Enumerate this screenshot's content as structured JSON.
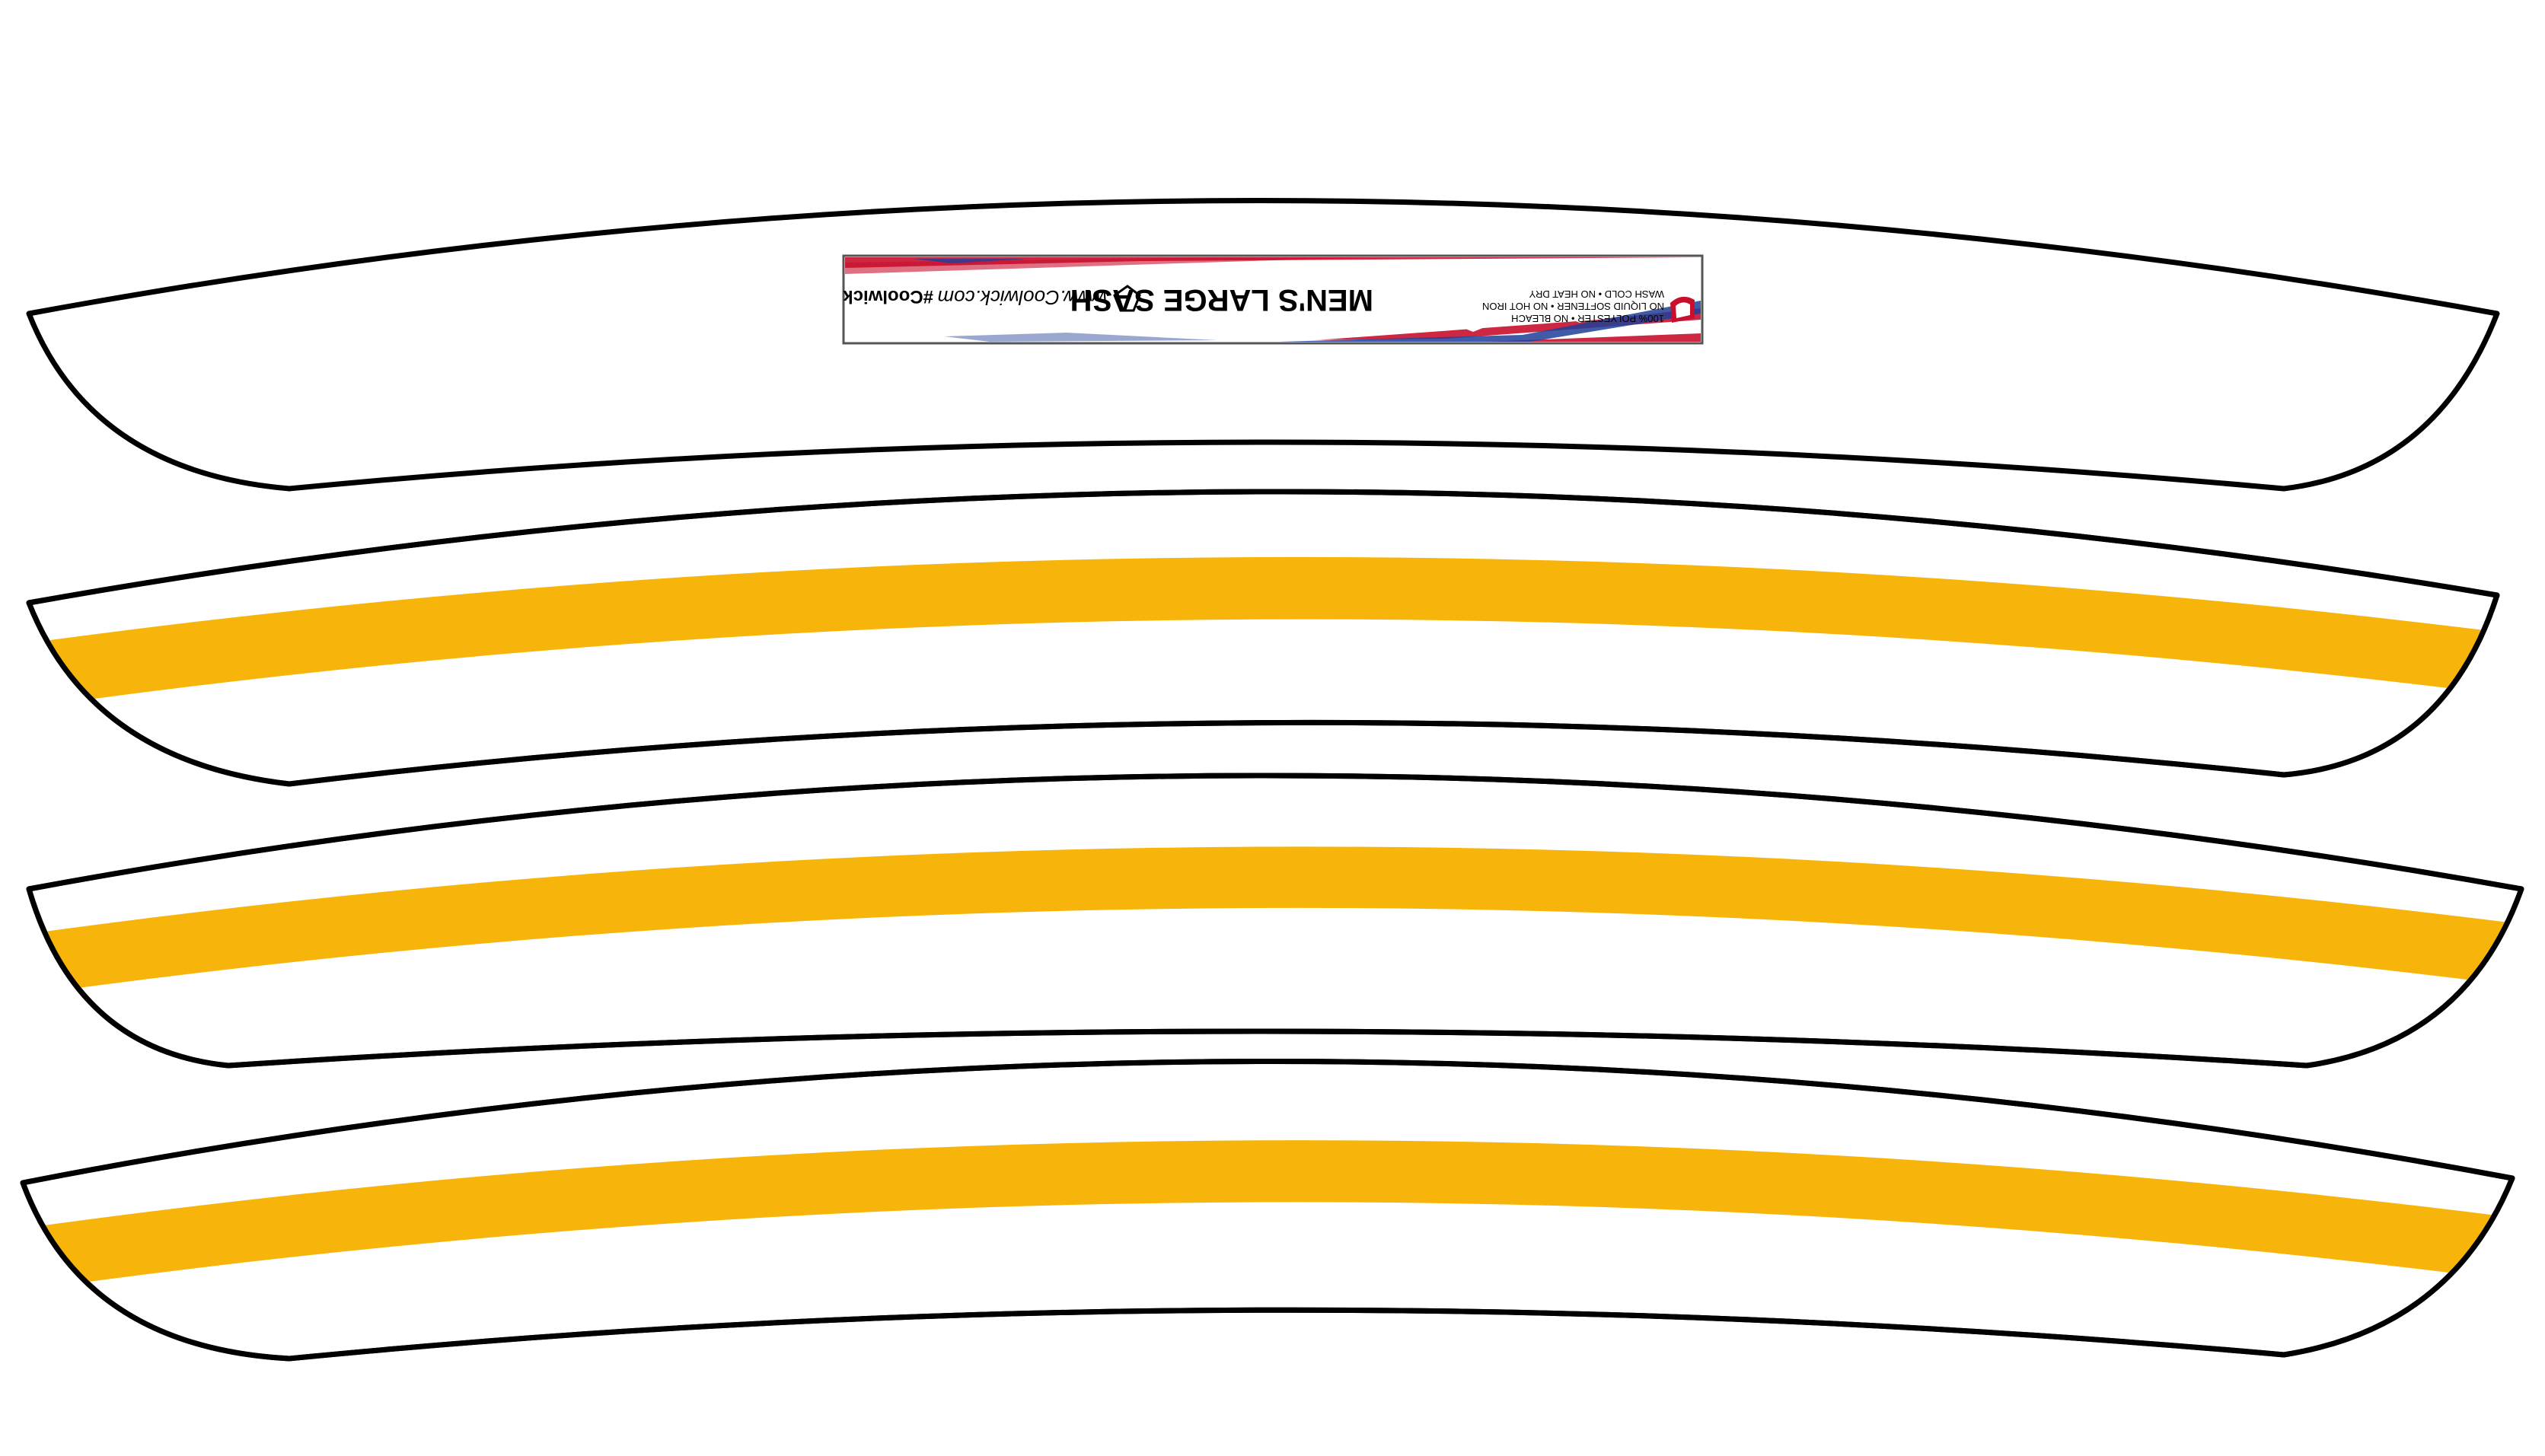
{
  "colors": {
    "background": "#ffffff",
    "outline": "#000000",
    "stripe": "#f7b50c",
    "label_red": "#c8102e",
    "label_blue": "#1f3f9a"
  },
  "label": {
    "title": "MEN'S LARGE SASH",
    "care_line_1": "100% POLYESTER • NO BLEACH",
    "care_line_2": "NO LIQUID SOFTENER • NO HOT IRON",
    "care_line_3": "WASH COLD • NO HEAT DRY",
    "brand_site": "www.Coolwick.com",
    "hashtag": "#Coolwick",
    "logo_icon": "shield-logo-icon",
    "flag_graphic": "american-flag-swoosh-graphic"
  },
  "panels": [
    {
      "name": "sash-panel-1",
      "has_stripe": false,
      "has_label": true
    },
    {
      "name": "sash-panel-2",
      "has_stripe": true,
      "has_label": false
    },
    {
      "name": "sash-panel-3",
      "has_stripe": true,
      "has_label": false
    },
    {
      "name": "sash-panel-4",
      "has_stripe": true,
      "has_label": false
    }
  ]
}
